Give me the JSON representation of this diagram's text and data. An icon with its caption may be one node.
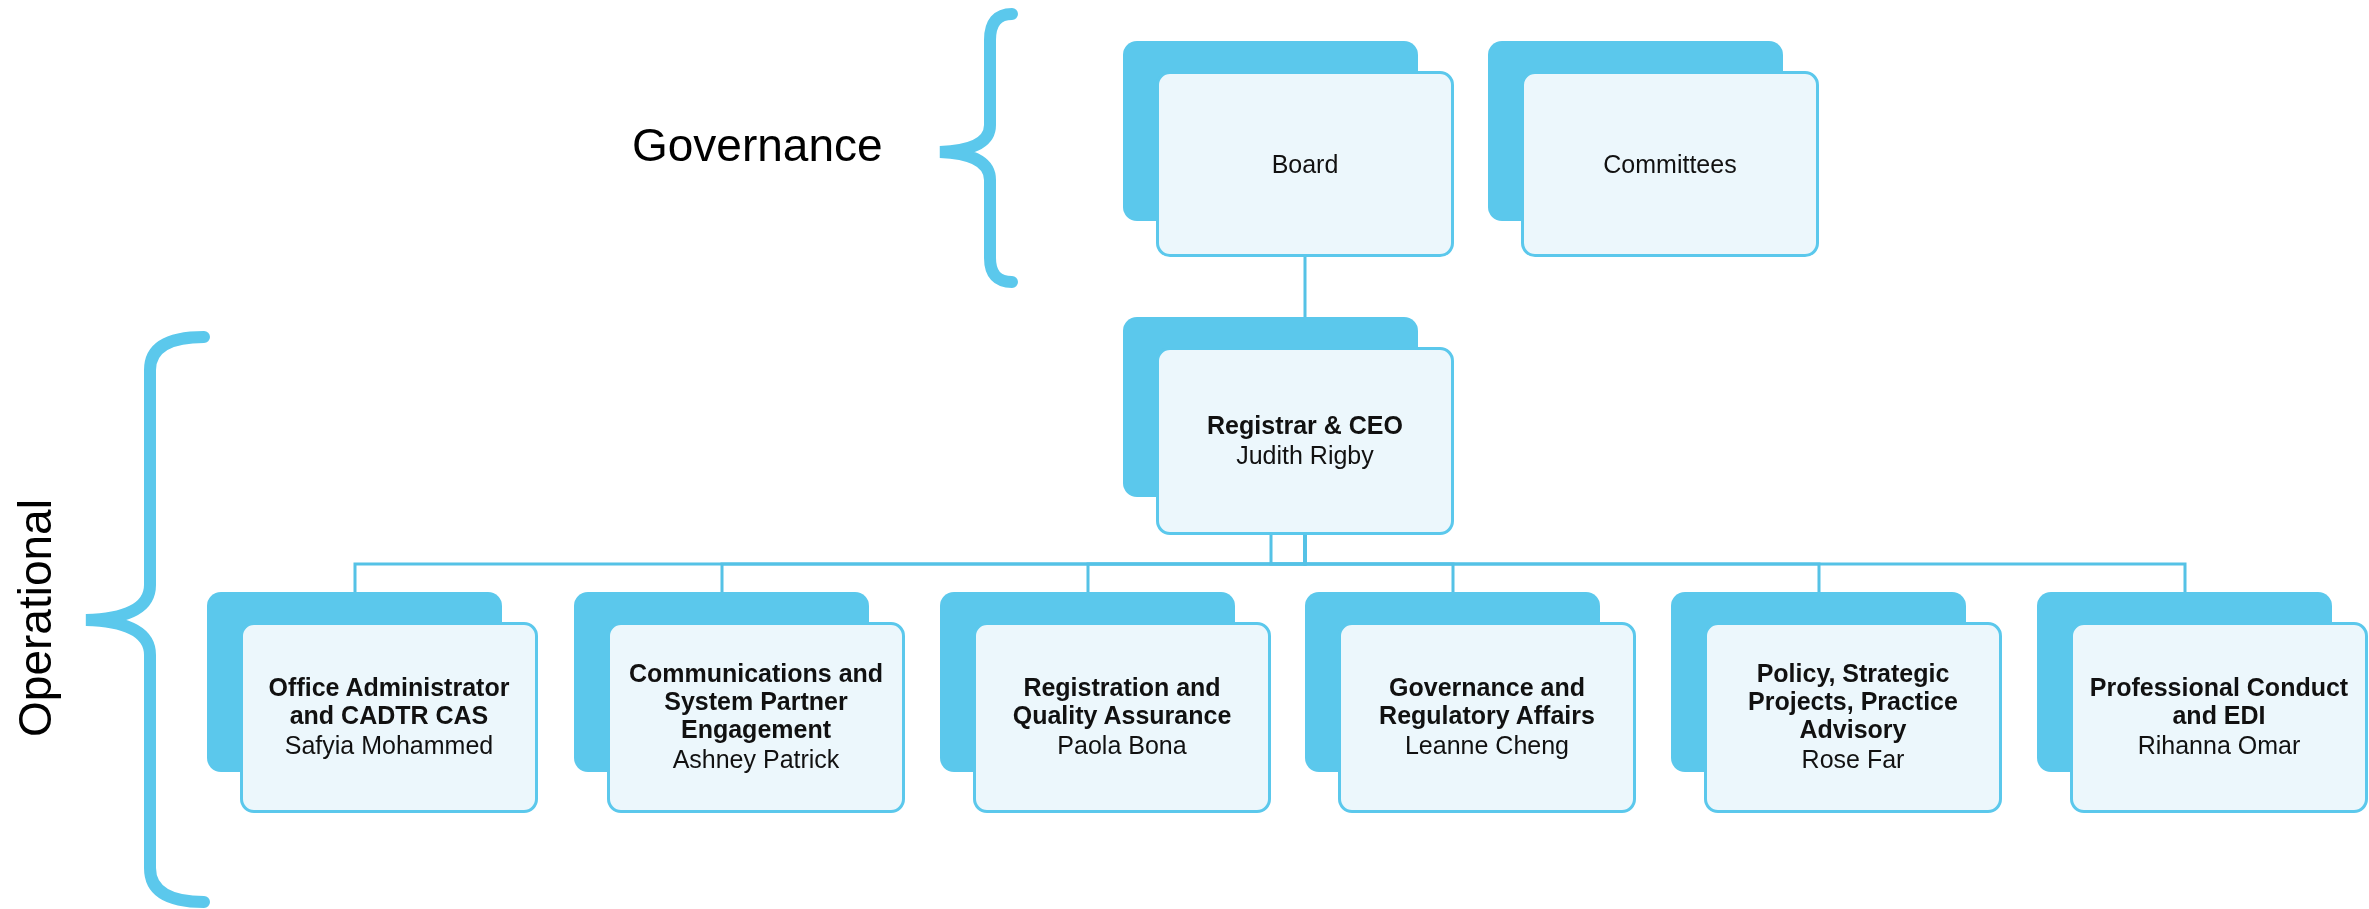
{
  "diagram": {
    "nodes": [
      {
        "text": [
          "Board"
        ]
      },
      {
        "text": [
          "Committees"
        ]
      },
      {
        "text": [
          "Registrar & CEO",
          "Judith Rigby"
        ]
      },
      {
        "text": [
          "Office Administrator and CADTR CAS",
          "Safyia Mohammed"
        ]
      },
      {
        "text": [
          "Communications and System Partner Engagement",
          "Ashney Patrick"
        ]
      },
      {
        "text": [
          "Registration and Quality Assurance",
          "Paola Bona"
        ]
      },
      {
        "text": [
          "Governance and Regulatory Affairs",
          "Leanne Cheng"
        ]
      },
      {
        "text": [
          "Policy, Strategic Projects, Practice Advisory",
          "Rose Far"
        ]
      },
      {
        "text": [
          "Professional Conduct and EDI",
          "Rihanna Omar"
        ]
      }
    ],
    "edges": [
      {
        "from": 0,
        "to": 2,
        "arrow": "none"
      },
      {
        "from": 2,
        "to": 3,
        "arrow": "none"
      },
      {
        "from": 2,
        "to": 4,
        "arrow": "none"
      },
      {
        "from": 2,
        "to": 5,
        "arrow": "none"
      },
      {
        "from": 2,
        "to": 6,
        "arrow": "none"
      },
      {
        "from": 2,
        "to": 7,
        "arrow": "none"
      },
      {
        "from": 2,
        "to": 8,
        "arrow": "none"
      }
    ],
    "labels": [
      "Governance",
      "Operational"
    ]
  }
}
